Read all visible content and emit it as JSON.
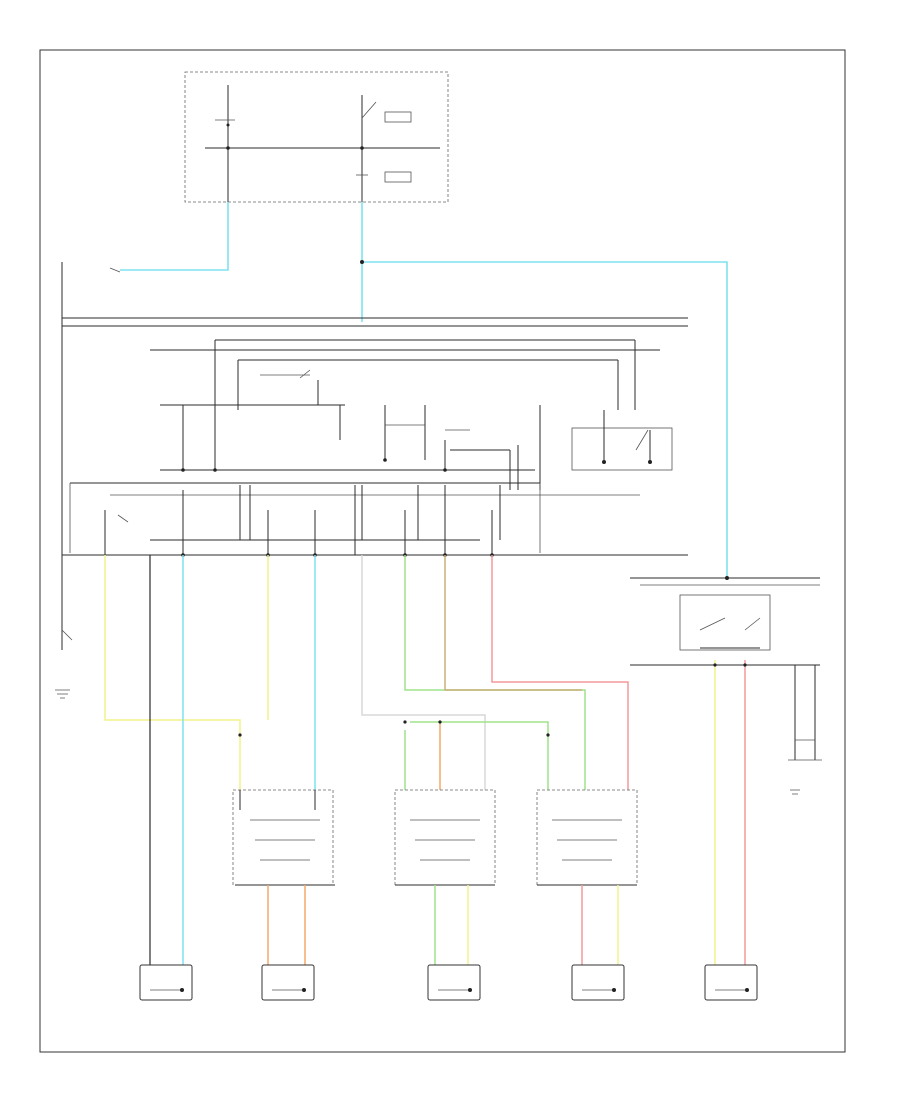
{
  "diagram": {
    "fuse_box_label": "",
    "page_code": "",
    "wire_colors": {
      "blu": "#7fe3f0",
      "yel": "#f2f28a",
      "grn": "#9fe38a",
      "org": "#f4a86b",
      "red": "#f29a9a",
      "wht": "#d8d8d8",
      "tan": "#c9b07a",
      "blk": "#2b2b2b"
    },
    "components": [
      {
        "id": "driver-motor",
        "label": ""
      },
      {
        "id": "passenger-motor",
        "label": ""
      },
      {
        "id": "left-rear-motor",
        "label": ""
      },
      {
        "id": "right-rear-motor",
        "label": ""
      },
      {
        "id": "rear-center-motor",
        "label": ""
      }
    ]
  }
}
